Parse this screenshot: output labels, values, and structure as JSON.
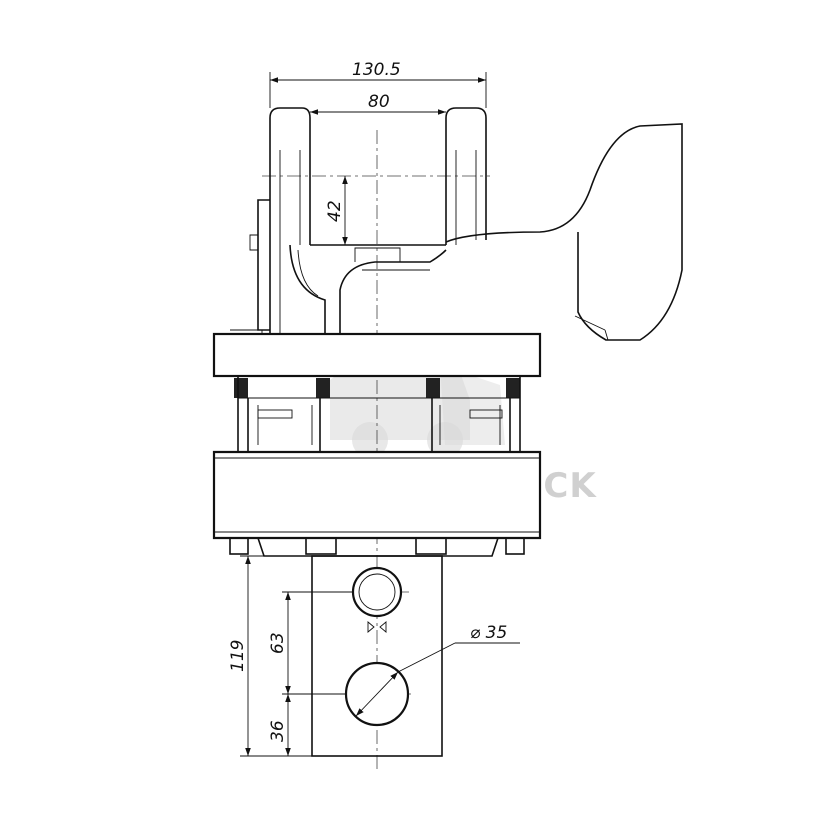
{
  "dimensions": {
    "overall_width": "130.5",
    "fork_gap": "80",
    "fork_height": "42",
    "shaft_length": "119",
    "hole_spacing": "63",
    "hole_offset": "36",
    "pin_diameter": "⌀ 35"
  },
  "watermark": {
    "brand": "HYDROTRUCK",
    "logo": "truck-logo-icon"
  },
  "colors": {
    "line": "#111111",
    "watermark": "#d0d0d0"
  }
}
